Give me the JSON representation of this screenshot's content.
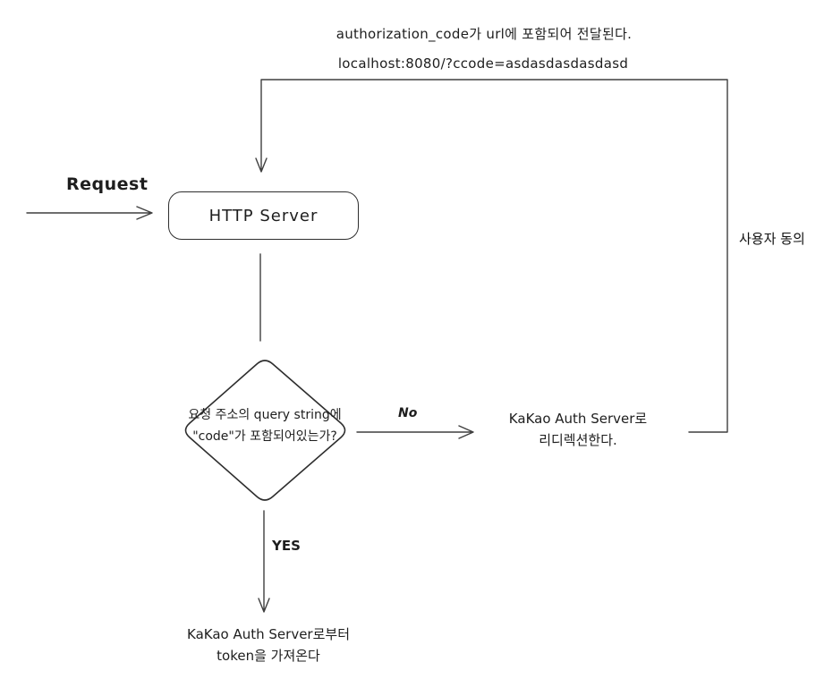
{
  "colors": {
    "stroke": "#3f3f3f",
    "shape_stroke": "#2e2e2e",
    "text": "#1e1e1e",
    "background": "#ffffff"
  },
  "notes": {
    "auth_code": "authorization_code가 url에 포함되어 전달된다.",
    "redirect_url": "localhost:8080/?ccode=asdasdasdasdasd",
    "user_consent": "사용자 동의"
  },
  "edge_labels": {
    "request": "Request",
    "no": "No",
    "yes": "YES"
  },
  "nodes": {
    "http_server": "HTTP Server",
    "decision": {
      "line1": "요청 주소의 query string에",
      "line2": "\"code\"가 포함되어있는가?"
    },
    "kakao_redirect": {
      "line1": "KaKao Auth Server로",
      "line2": "리디렉션한다."
    },
    "kakao_token": {
      "line1": "KaKao Auth Server로부터",
      "line2": "token을 가져온다"
    }
  }
}
